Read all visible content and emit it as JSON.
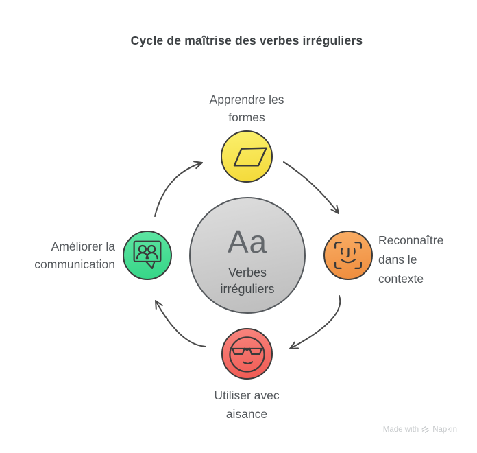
{
  "title": "Cycle de maîtrise des verbes irréguliers",
  "center": {
    "symbol": "Aa",
    "label": "Verbes irréguliers",
    "fill_top": "#DEDEDE",
    "fill_bottom": "#BCBCBC",
    "border_color": "#55595D"
  },
  "nodes": [
    {
      "position": "top",
      "label": "Apprendre les formes",
      "icon": "parallelogram-icon",
      "fill_top": "#FBF06D",
      "fill_bottom": "#F4D938",
      "border_color": "#3B3B3B"
    },
    {
      "position": "right",
      "label": "Reconnaître dans le contexte",
      "icon": "face-scan-icon",
      "fill_top": "#F9AE66",
      "fill_bottom": "#EF8C3C",
      "border_color": "#3B3B3B"
    },
    {
      "position": "bottom",
      "label": "Utiliser avec aisance",
      "icon": "cool-face-sunglasses-icon",
      "fill_top": "#F8867F",
      "fill_bottom": "#EF5952",
      "border_color": "#3B3B3B"
    },
    {
      "position": "left",
      "label": "Améliorer la communication",
      "icon": "people-speech-bubble-icon",
      "fill_top": "#5FE5A3",
      "fill_bottom": "#34D586",
      "border_color": "#3B3B3B"
    }
  ],
  "arrows": {
    "color": "#4A4A4A",
    "direction": "clockwise",
    "count": 4
  },
  "text_colors": {
    "title": "#3E4245",
    "node_label": "#54585C",
    "center_symbol": "#63676B",
    "center_label": "#44484B"
  },
  "watermark": {
    "prefix": "Made with",
    "brand": "Napkin",
    "color": "#C8CBCD"
  }
}
